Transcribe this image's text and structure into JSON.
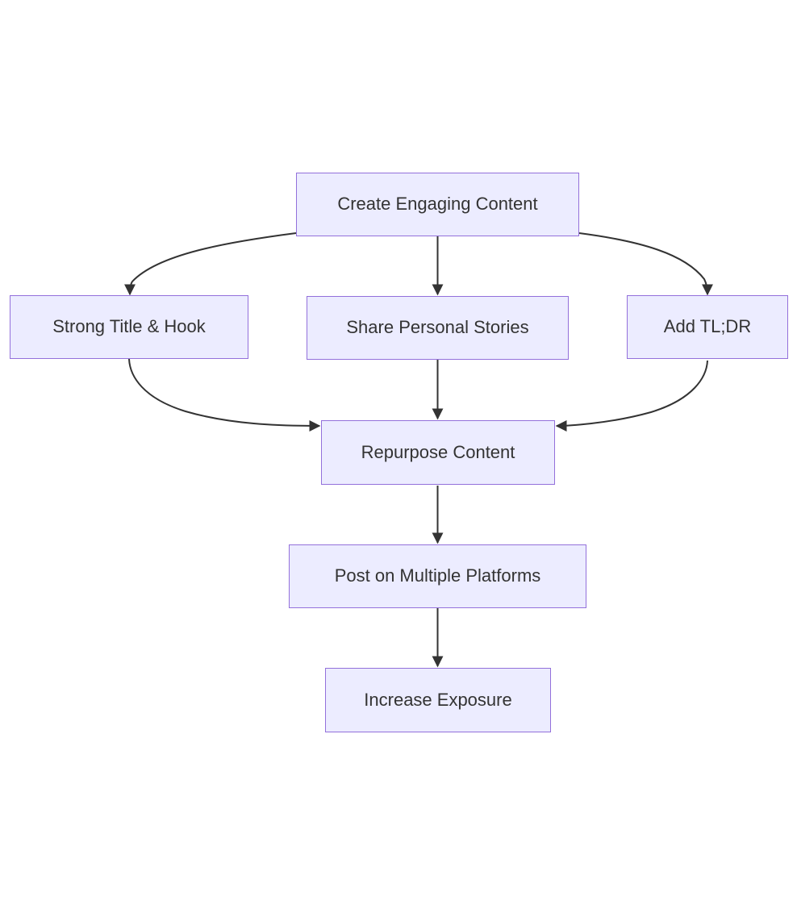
{
  "diagram": {
    "type": "flowchart",
    "direction": "top-down",
    "nodes": {
      "create_engaging_content": {
        "label": "Create Engaging Content"
      },
      "strong_title_hook": {
        "label": "Strong Title & Hook"
      },
      "share_personal_stories": {
        "label": "Share Personal Stories"
      },
      "add_tldr": {
        "label": "Add TL;DR"
      },
      "repurpose_content": {
        "label": "Repurpose Content"
      },
      "post_on_multiple_platforms": {
        "label": "Post on Multiple Platforms"
      },
      "increase_exposure": {
        "label": "Increase Exposure"
      }
    },
    "edges": [
      {
        "from": "Create Engaging Content",
        "to": "Strong Title & Hook"
      },
      {
        "from": "Create Engaging Content",
        "to": "Share Personal Stories"
      },
      {
        "from": "Create Engaging Content",
        "to": "Add TL;DR"
      },
      {
        "from": "Strong Title & Hook",
        "to": "Repurpose Content"
      },
      {
        "from": "Share Personal Stories",
        "to": "Repurpose Content"
      },
      {
        "from": "Add TL;DR",
        "to": "Repurpose Content"
      },
      {
        "from": "Repurpose Content",
        "to": "Post on Multiple Platforms"
      },
      {
        "from": "Post on Multiple Platforms",
        "to": "Increase Exposure"
      }
    ],
    "colors": {
      "node_fill": "#ECECFF",
      "node_border": "#9370DB",
      "edge_stroke": "#333333",
      "text": "#333333",
      "background": "#FFFFFF"
    }
  }
}
